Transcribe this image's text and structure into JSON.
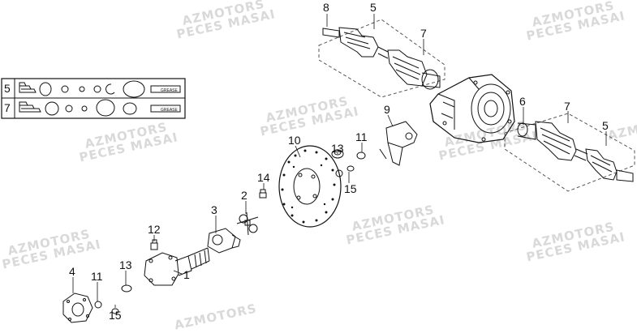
{
  "watermark": {
    "line1": "AZMOTORS",
    "line2": "PECES MASAI"
  },
  "callouts": [
    "1",
    "2",
    "3",
    "4",
    "5",
    "6",
    "7",
    "8",
    "9",
    "10",
    "11",
    "12",
    "13",
    "14",
    "15"
  ],
  "kits": {
    "row_a": "5",
    "row_b": "7",
    "tube_label": "GREASE"
  },
  "colors": {
    "line": "#111111",
    "watermark": "#d9d9d9",
    "dash": "#555555"
  }
}
